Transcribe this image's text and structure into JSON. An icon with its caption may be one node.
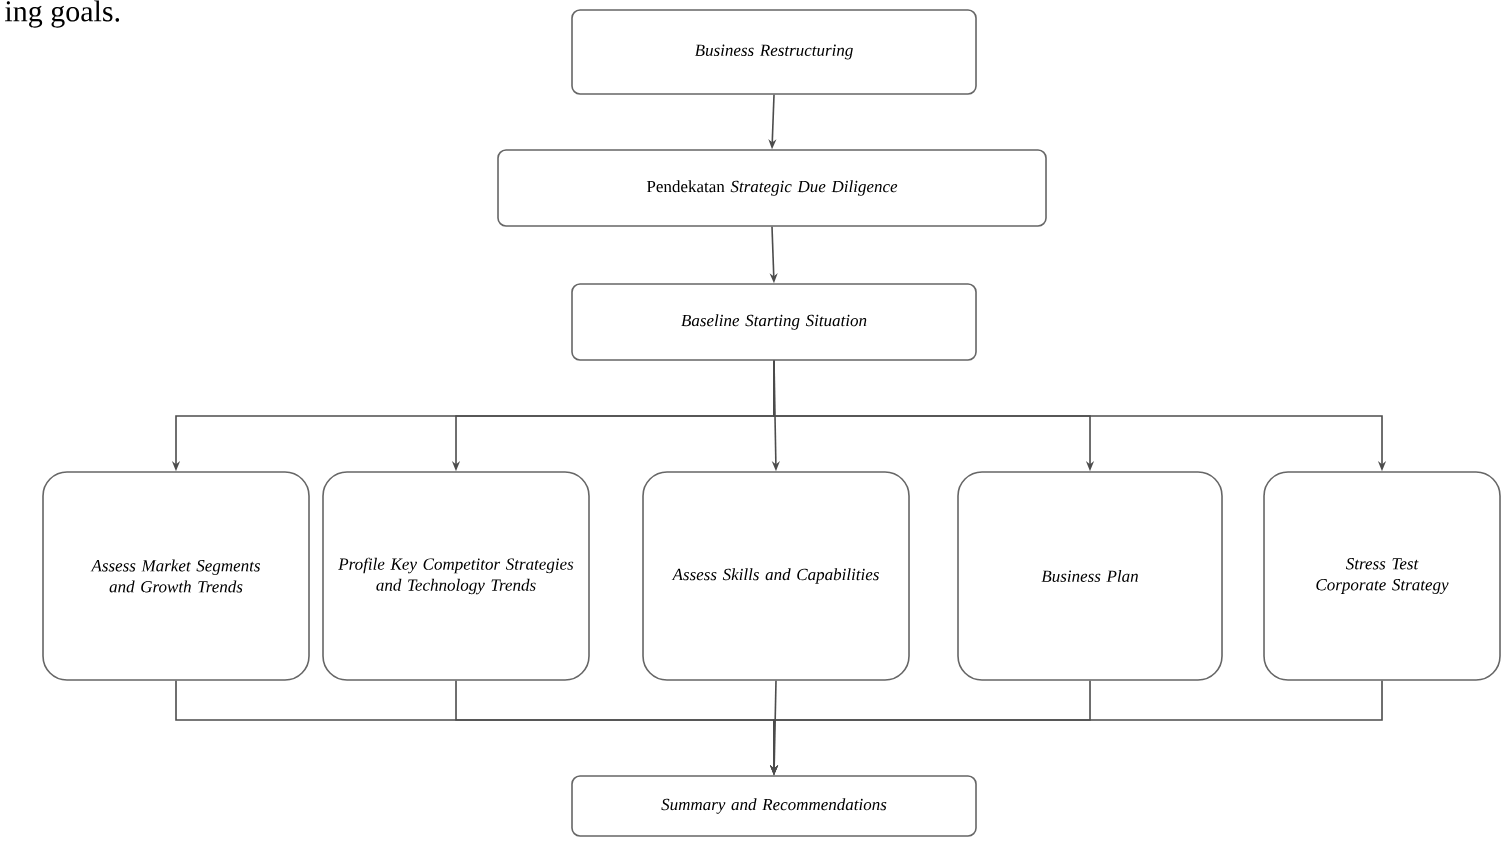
{
  "diagram": {
    "nodes": [
      {
        "text": [
          "Business Restructuring"
        ]
      },
      {
        "text": [
          "Pendekatan *Strategic Due Diligence*"
        ]
      },
      {
        "text": [
          "Baseline Starting Situation"
        ]
      },
      {
        "text": [
          "Assess Market Segments and Growth Trends"
        ]
      },
      {
        "text": [
          "Profile Key Competitor Strategies and Technology Trends"
        ]
      },
      {
        "text": [
          "Assess Skills and Capabilities"
        ]
      },
      {
        "text": [
          "Business Plan"
        ]
      },
      {
        "text": [
          "Stress Test Corporate Strategy"
        ]
      },
      {
        "text": [
          "Summary and Recommendations"
        ]
      }
    ],
    "edges": [
      {
        "from": 0,
        "to": 1,
        "arrow": "to"
      },
      {
        "from": 1,
        "to": 2,
        "arrow": "to"
      },
      {
        "from": 2,
        "to": 3,
        "arrow": "to"
      },
      {
        "from": 2,
        "to": 4,
        "arrow": "to"
      },
      {
        "from": 2,
        "to": 5,
        "arrow": "to"
      },
      {
        "from": 2,
        "to": 6,
        "arrow": "to"
      },
      {
        "from": 2,
        "to": 7,
        "arrow": "to"
      },
      {
        "from": 3,
        "to": 8,
        "arrow": "to"
      },
      {
        "from": 4,
        "to": 8,
        "arrow": "to"
      },
      {
        "from": 5,
        "to": 8,
        "arrow": "to"
      },
      {
        "from": 6,
        "to": 8,
        "arrow": "to"
      },
      {
        "from": 7,
        "to": 8,
        "arrow": "to"
      }
    ],
    "labels": [
      "ing goals."
    ]
  }
}
